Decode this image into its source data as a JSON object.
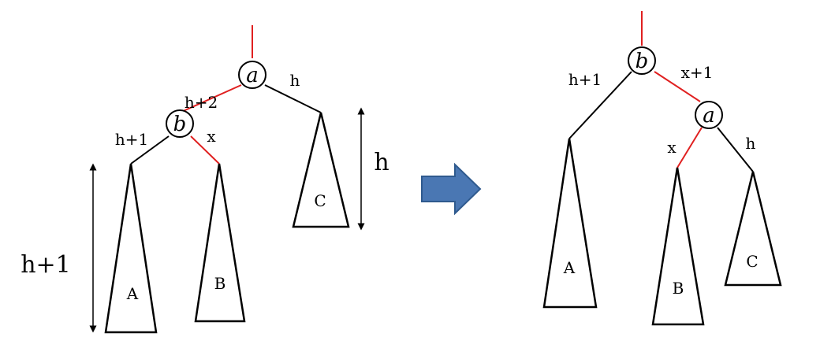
{
  "colors": {
    "edge_highlight": "#e02020",
    "edge": "#000000",
    "arrow_fill": "#4a77b3",
    "arrow_stroke": "#2f5a8e"
  },
  "before": {
    "nodes": {
      "a": "a",
      "b": "b"
    },
    "edges": {
      "a_to_b": "h+2",
      "a_to_c": "h",
      "b_to_a_subtree": "h+1",
      "b_to_b_subtree": "x"
    },
    "subtrees": {
      "A": "A",
      "B": "B",
      "C": "C"
    },
    "dims": {
      "left": "h+1",
      "right": "h"
    }
  },
  "after": {
    "nodes": {
      "b": "b",
      "a": "a"
    },
    "edges": {
      "b_to_a_subtree": "h+1",
      "b_to_a": "x+1",
      "a_to_b_subtree": "x",
      "a_to_c": "h"
    },
    "subtrees": {
      "A": "A",
      "B": "B",
      "C": "C"
    }
  },
  "transition_icon": "right-arrow-icon"
}
